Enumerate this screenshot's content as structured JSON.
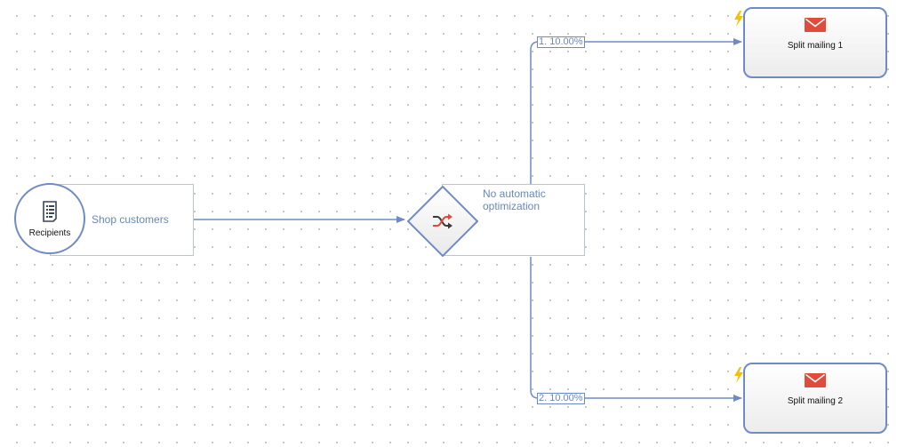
{
  "colors": {
    "edge": "#6f8bc6",
    "label_text": "#6688bb",
    "mail_icon": "#e04b3b",
    "bolt": "#f2c200"
  },
  "nodes": {
    "recipients": {
      "title": "Recipients",
      "label": "Shop customers",
      "icon": "document-list-icon"
    },
    "split": {
      "label_line1": "No automatic",
      "label_line2": "optimization",
      "icon": "shuffle-icon"
    },
    "mailing1": {
      "title": "Split mailing 1",
      "icon": "envelope-icon",
      "trigger_icon": "lightning-icon"
    },
    "mailing2": {
      "title": "Split mailing 2",
      "icon": "envelope-icon",
      "trigger_icon": "lightning-icon"
    }
  },
  "edges": {
    "split1_label": "1. 10.00%",
    "split2_label": "2. 10.00%"
  }
}
